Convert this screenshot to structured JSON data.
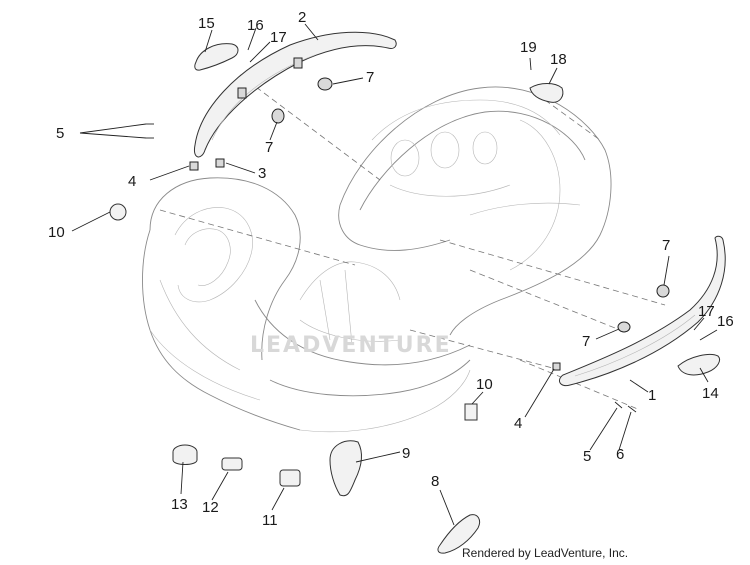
{
  "diagram": {
    "callouts": [
      "2",
      "3",
      "4",
      "5",
      "7",
      "10",
      "15",
      "16",
      "17",
      "19",
      "18",
      "7",
      "7",
      "7",
      "7",
      "17",
      "16",
      "14",
      "1",
      "4",
      "5",
      "6",
      "10",
      "9",
      "8",
      "13",
      "12",
      "11"
    ],
    "watermark_text": "LEADVENTURE",
    "credit": "Rendered by LeadVenture, Inc."
  }
}
